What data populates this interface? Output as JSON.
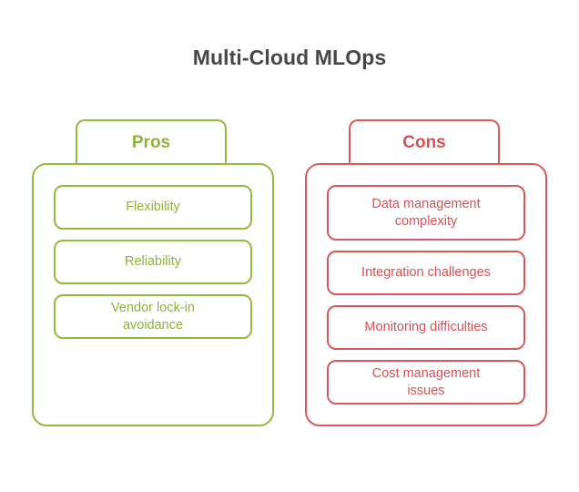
{
  "title": "Multi-Cloud MLOps",
  "colors": {
    "pros": "#95b83f",
    "cons": "#d9595a",
    "title": "#474747"
  },
  "pros": {
    "heading": "Pros",
    "items": [
      "Flexibility",
      "Reliability",
      "Vendor lock-in avoidance"
    ]
  },
  "cons": {
    "heading": "Cons",
    "items": [
      "Data management complexity",
      "Integration challenges",
      "Monitoring difficulties",
      "Cost management issues"
    ]
  }
}
